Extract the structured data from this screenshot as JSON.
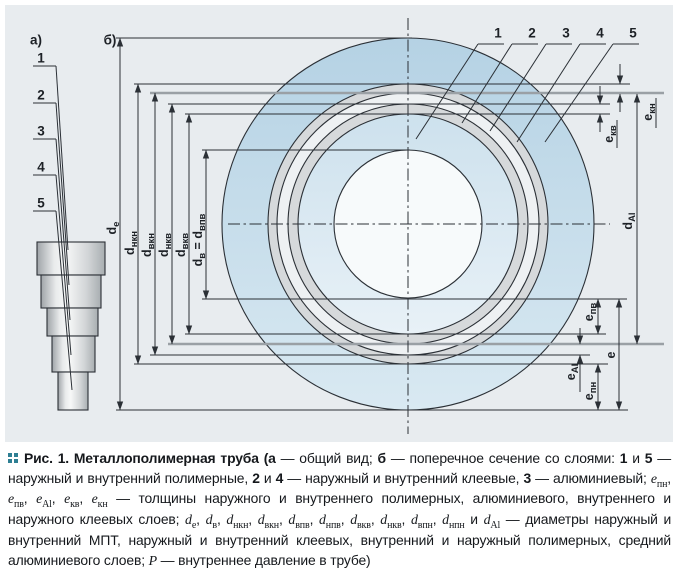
{
  "figure": {
    "panel_bg": "#e8ecef",
    "accent_marker_color": "#2e7f93",
    "view_labels": {
      "a": "а)",
      "b": "б)"
    },
    "callouts": [
      "1",
      "2",
      "3",
      "4",
      "5"
    ],
    "layer_colors": {
      "outer_polymer": "#c4dbe9",
      "adhesive": "#d6d9db",
      "aluminum": "#eef1f3",
      "inner_polymer": "#d8e7f1",
      "bore": "#f7fafb",
      "line": "#2b3036",
      "mid_surface_line": "#9aa0a5"
    },
    "dims": {
      "de": {
        "base": "d",
        "sub": "е"
      },
      "dnkn": {
        "base": "d",
        "sub": "нкн"
      },
      "dvkn": {
        "base": "d",
        "sub": "вкн"
      },
      "dnkv": {
        "base": "d",
        "sub": "нкв"
      },
      "dvkv": {
        "base": "d",
        "sub": "вкв"
      },
      "dv_dvpv": {
        "base1": "d",
        "sub1": "в",
        "eq": " = ",
        "base2": "d",
        "sub2": "впв"
      },
      "dal": {
        "base": "d",
        "sub": "Al"
      },
      "ekn": {
        "base": "e",
        "sub": "кн"
      },
      "ekv": {
        "base": "e",
        "sub": "кв"
      },
      "epv": {
        "base": "e",
        "sub": "пв"
      },
      "eal": {
        "base": "e",
        "sub": "Al"
      },
      "epn": {
        "base": "e",
        "sub": "пн"
      },
      "e": {
        "base": "e",
        "sub": ""
      }
    }
  },
  "caption": {
    "segments": [
      {
        "t": "Рис. 1. Металлополимерная труба (а",
        "b": 1
      },
      {
        "t": " — общий вид; "
      },
      {
        "t": "б",
        "b": 1
      },
      {
        "t": " — поперечное сечение со слоями: "
      },
      {
        "t": "1",
        "b": 1
      },
      {
        "t": " и "
      },
      {
        "t": "5",
        "b": 1
      },
      {
        "t": " — наружный и внутренний полимерные, "
      },
      {
        "t": "2",
        "b": 1
      },
      {
        "t": " и "
      },
      {
        "t": "4",
        "b": 1
      },
      {
        "t": " — наружный и внутренний клеевые, "
      },
      {
        "t": "3",
        "b": 1
      },
      {
        "t": " — алюминиевый; "
      },
      {
        "t": "e",
        "i": 1
      },
      {
        "t": "пн",
        "sub": 1
      },
      {
        "t": ", "
      },
      {
        "t": "e",
        "i": 1
      },
      {
        "t": "пв",
        "sub": 1
      },
      {
        "t": ", "
      },
      {
        "t": "e",
        "i": 1
      },
      {
        "t": "Al",
        "sub": 1
      },
      {
        "t": ", "
      },
      {
        "t": "e",
        "i": 1
      },
      {
        "t": "кв",
        "sub": 1
      },
      {
        "t": ", "
      },
      {
        "t": "e",
        "i": 1
      },
      {
        "t": "кн",
        "sub": 1
      },
      {
        "t": " — толщины наружного и внутреннего полимерных, алюминиевого, внутреннего и наружного клеевых слоев; "
      },
      {
        "t": "d",
        "i": 1
      },
      {
        "t": "е",
        "sub": 1
      },
      {
        "t": ", "
      },
      {
        "t": "d",
        "i": 1
      },
      {
        "t": "в",
        "sub": 1
      },
      {
        "t": ", "
      },
      {
        "t": "d",
        "i": 1
      },
      {
        "t": "нкн",
        "sub": 1
      },
      {
        "t": ", "
      },
      {
        "t": "d",
        "i": 1
      },
      {
        "t": "вкн",
        "sub": 1
      },
      {
        "t": ", "
      },
      {
        "t": "d",
        "i": 1
      },
      {
        "t": "впв",
        "sub": 1
      },
      {
        "t": ", "
      },
      {
        "t": "d",
        "i": 1
      },
      {
        "t": "нпв",
        "sub": 1
      },
      {
        "t": ", "
      },
      {
        "t": "d",
        "i": 1
      },
      {
        "t": "вкв",
        "sub": 1
      },
      {
        "t": ", "
      },
      {
        "t": "d",
        "i": 1
      },
      {
        "t": "нкв",
        "sub": 1
      },
      {
        "t": ", "
      },
      {
        "t": "d",
        "i": 1
      },
      {
        "t": "впн",
        "sub": 1
      },
      {
        "t": ", "
      },
      {
        "t": "d",
        "i": 1
      },
      {
        "t": "нпн",
        "sub": 1
      },
      {
        "t": " и "
      },
      {
        "t": "d",
        "i": 1
      },
      {
        "t": "Al",
        "sub": 1
      },
      {
        "t": " — диаметры наружный и внутренний МПТ, наружный и внутренний клеевых, внутренний и наружный полимерных, средний алюминиевого слоев; "
      },
      {
        "t": "P",
        "i": 1
      },
      {
        "t": " — внутреннее давление в трубе)"
      }
    ]
  }
}
